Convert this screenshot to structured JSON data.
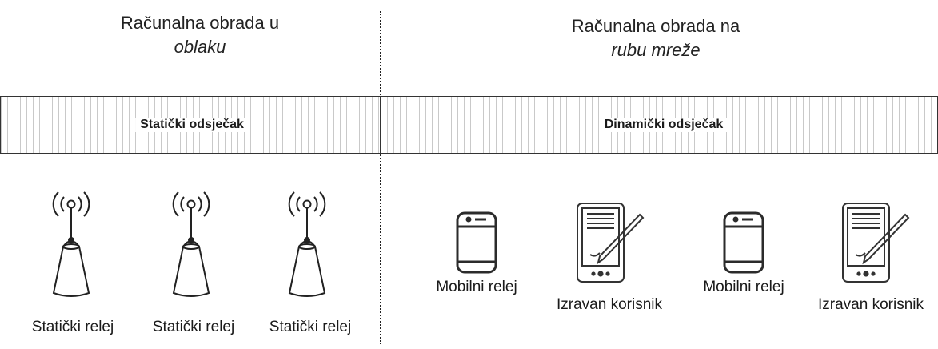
{
  "left_heading": {
    "line1": "Računalna obrada  u",
    "line2": "oblaku"
  },
  "right_heading": {
    "line1": "Računalna obrada na",
    "line2": "rubu mreže"
  },
  "static_segment": {
    "label": "Statički odsječak"
  },
  "dynamic_segment": {
    "label": "Dinamički odsječak"
  },
  "static_relays": [
    {
      "label": "Statički relej",
      "icon": "tower-antenna-icon"
    },
    {
      "label": "Statički relej",
      "icon": "tower-antenna-icon"
    },
    {
      "label": "Statički relej",
      "icon": "tower-antenna-icon"
    }
  ],
  "dynamic_nodes": [
    {
      "label": "Mobilni relej",
      "icon": "smartphone-icon"
    },
    {
      "label": "Izravan korisnik",
      "icon": "tablet-stylus-icon"
    },
    {
      "label": "Mobilni relej",
      "icon": "smartphone-icon"
    },
    {
      "label": "Izravan korisnik",
      "icon": "tablet-stylus-icon"
    }
  ],
  "colors": {
    "stroke": "#222222",
    "band_lines": "#c9c9c9",
    "background": "#ffffff"
  }
}
